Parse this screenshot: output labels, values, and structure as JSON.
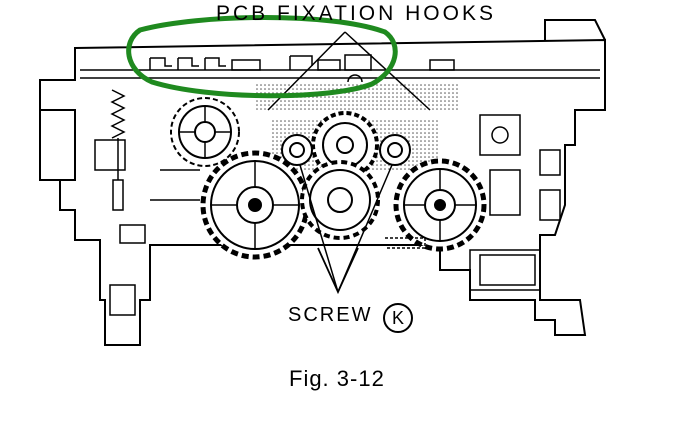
{
  "labels": {
    "title": "PCB FIXATION HOOKS",
    "screw_text": "SCREW",
    "screw_letter": "K",
    "caption": "Fig. 3-12"
  },
  "colors": {
    "line": "#000000",
    "highlight": "#1f8a1f",
    "shade": "#c8c8c8"
  }
}
